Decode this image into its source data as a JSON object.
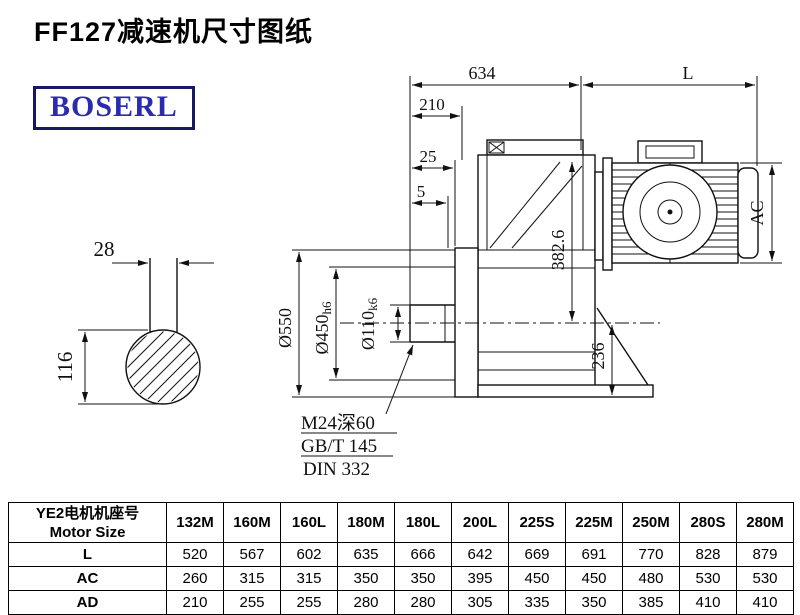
{
  "page": {
    "title": "FF127减速机尺寸图纸"
  },
  "logo": {
    "text": "BOSERL"
  },
  "drawing": {
    "dims": {
      "shaft_key_width": "28",
      "shaft_height": "116",
      "overall_length": "634",
      "motor_length": "L",
      "offset_210": "210",
      "offset_25": "25",
      "offset_5": "5",
      "flange_od": "Ø550",
      "spigot_d": "Ø450",
      "spigot_tol": "h6",
      "shaft_d": "Ø110",
      "shaft_tol": "k6",
      "height_382": "382.6",
      "height_236": "236",
      "motor_ac": "AC"
    },
    "notes": {
      "tap": "M24深60",
      "std1": "GB/T 145",
      "std2": "DIN 332"
    }
  },
  "table": {
    "row_header_cn": "YE2电机机座号",
    "row_header_en": "Motor Size",
    "columns": [
      "132M",
      "160M",
      "160L",
      "180M",
      "180L",
      "200L",
      "225S",
      "225M",
      "250M",
      "280S",
      "280M"
    ],
    "rows": [
      {
        "label": "L",
        "values": [
          "520",
          "567",
          "602",
          "635",
          "666",
          "642",
          "669",
          "691",
          "770",
          "828",
          "879"
        ]
      },
      {
        "label": "AC",
        "values": [
          "260",
          "315",
          "315",
          "350",
          "350",
          "395",
          "450",
          "450",
          "480",
          "530",
          "530"
        ]
      },
      {
        "label": "AD",
        "values": [
          "210",
          "255",
          "255",
          "280",
          "280",
          "305",
          "335",
          "350",
          "385",
          "410",
          "410"
        ]
      }
    ]
  }
}
